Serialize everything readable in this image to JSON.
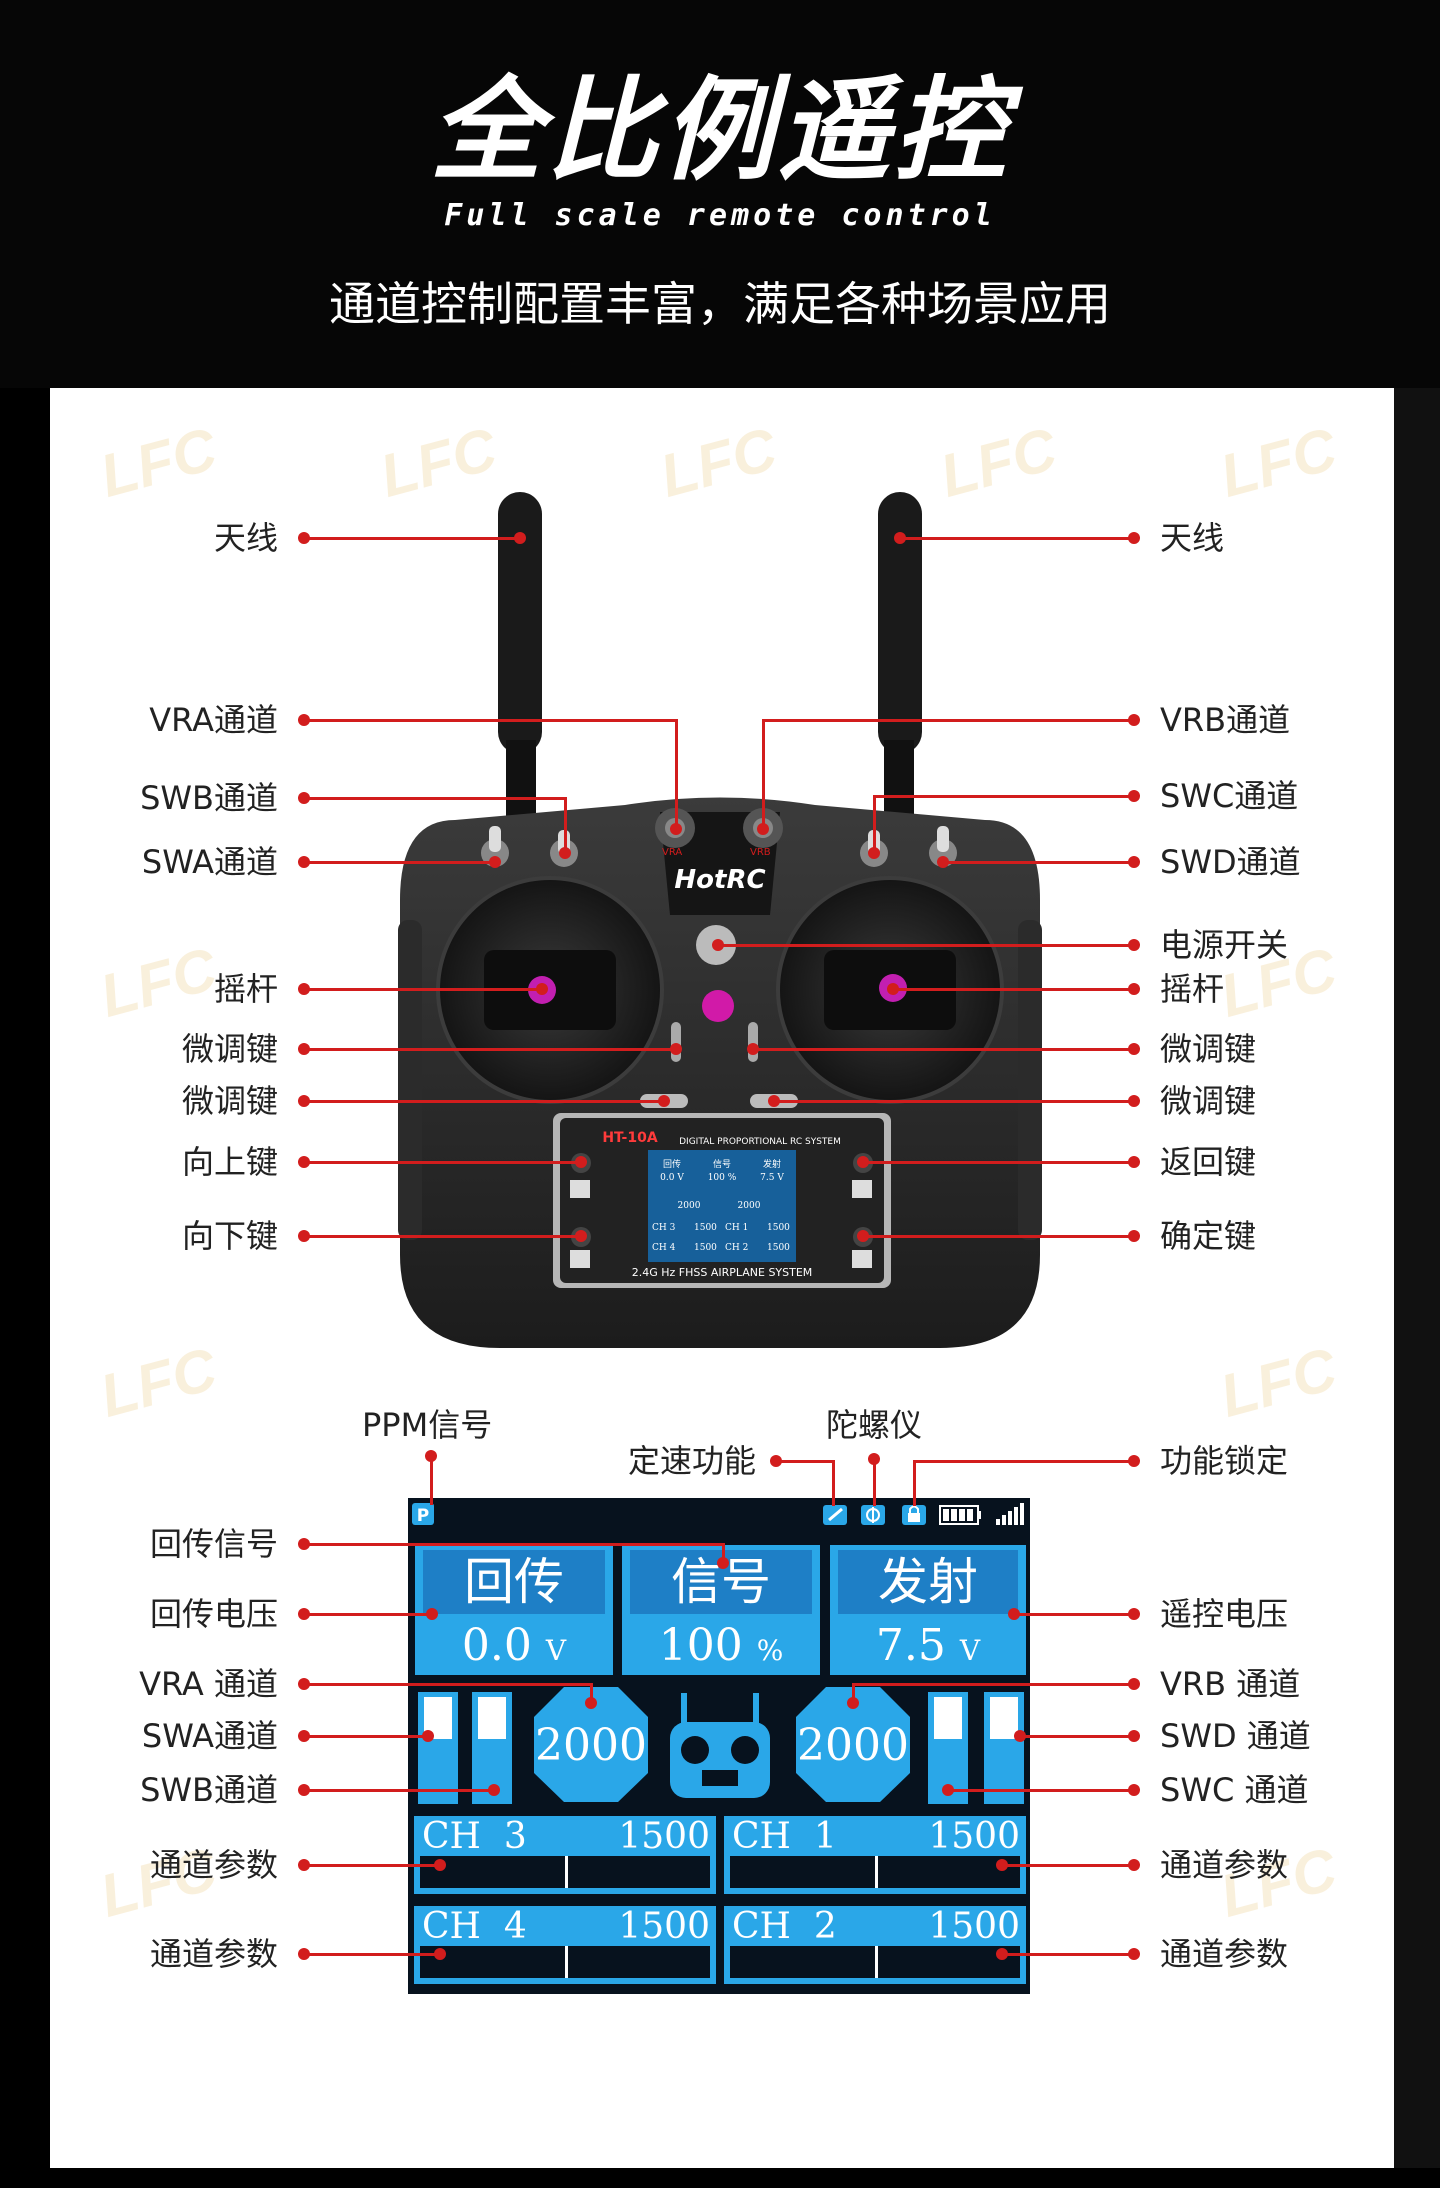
{
  "header": {
    "title": "全比例遥控",
    "subtitle_en": "Full scale remote control",
    "subtitle_cn": "通道控制配置丰富，满足各种场景应用"
  },
  "watermark": "LFC",
  "transmitter": {
    "brand": "HotRC",
    "switch_label_vra": "VRA",
    "switch_label_vrb": "VRB",
    "model": "HT-10A",
    "screen_header": "DIGITAL PROPORTIONAL RC SYSTEM",
    "screen_footer": "2.4G Hz FHSS AIRPLANE SYSTEM",
    "mini_lcd": {
      "headers": [
        "回传",
        "信号",
        "发射"
      ],
      "values": [
        "0.0 V",
        "100 %",
        "7.5 V"
      ],
      "dials": [
        "2000",
        "2000"
      ],
      "rows": [
        "CH 3",
        "1500",
        "CH 1",
        "1500",
        "CH 4",
        "1500",
        "CH 2",
        "1500"
      ]
    },
    "labels_left": [
      "天线",
      "VRA通道",
      "SWB通道",
      "SWA通道",
      "摇杆",
      "微调键",
      "微调键",
      "向上键",
      "向下键"
    ],
    "labels_right": [
      "天线",
      "VRB通道",
      "SWC通道",
      "SWD通道",
      "电源开关",
      "摇杆",
      "微调键",
      "微调键",
      "返回键",
      "确定键"
    ]
  },
  "lcd": {
    "top_labels": {
      "ppm": "PPM信号",
      "speed": "定速功能",
      "gyro": "陀螺仪",
      "lock": "功能锁定"
    },
    "status_badge": "P",
    "tiles": [
      {
        "title": "回传",
        "value": "0.0",
        "unit": "V"
      },
      {
        "title": "信号",
        "value": "100",
        "unit": "%"
      },
      {
        "title": "发射",
        "value": "7.5",
        "unit": "V"
      }
    ],
    "dials": [
      "2000",
      "2000"
    ],
    "channels": [
      {
        "name": "CH  3",
        "value": "1500"
      },
      {
        "name": "CH  1",
        "value": "1500"
      },
      {
        "name": "CH  4",
        "value": "1500"
      },
      {
        "name": "CH  2",
        "value": "1500"
      }
    ],
    "labels_left": [
      "回传信号",
      "回传电压",
      "VRA 通道",
      "SWA通道",
      "SWB通道",
      "通道参数",
      "通道参数"
    ],
    "labels_right": [
      "遥控电压",
      "VRB 通道",
      "SWD 通道",
      "SWC 通道",
      "通道参数",
      "通道参数"
    ]
  },
  "colors": {
    "accent": "#d21d1d",
    "lcd_blue": "#2aa7e8",
    "lcd_dark": "#07121e"
  }
}
